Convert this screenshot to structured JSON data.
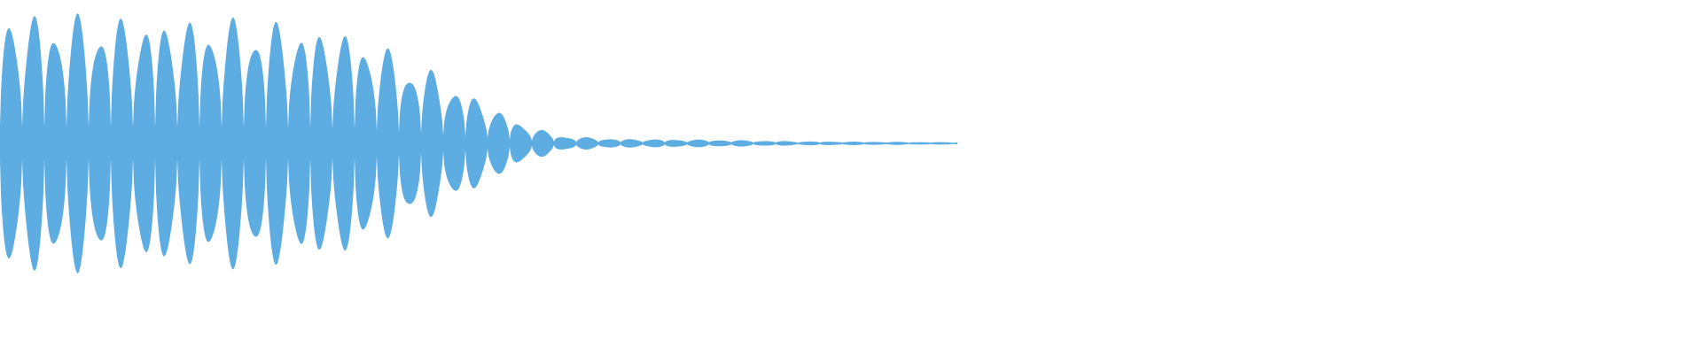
{
  "chart_data": {
    "type": "area",
    "title": "",
    "xlabel": "",
    "ylabel": "",
    "grid": false,
    "legend": "none",
    "ylim": [
      -1,
      1
    ],
    "color": "#5DADE2",
    "envelope": {
      "t": [
        0,
        30,
        100,
        200,
        300,
        350,
        400,
        430,
        460,
        490,
        510,
        540,
        560,
        590,
        620,
        640,
        700,
        800,
        900,
        1000,
        1080
      ],
      "amplitude": [
        1.0,
        1.0,
        0.97,
        0.96,
        0.94,
        0.9,
        0.85,
        0.75,
        0.62,
        0.55,
        0.45,
        0.35,
        0.26,
        0.15,
        0.08,
        0.05,
        0.03,
        0.025,
        0.012,
        0.008,
        0.005
      ]
    }
  }
}
